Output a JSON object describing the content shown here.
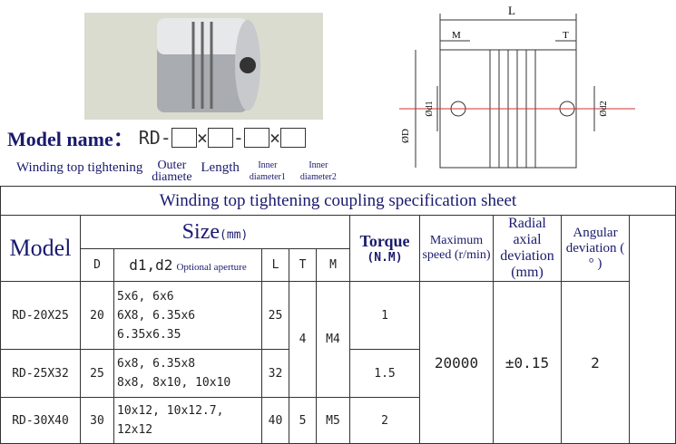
{
  "model_name": {
    "label": "Model name：",
    "prefix": "RD-",
    "sep1": "×",
    "sep2": "-",
    "sep3": "×",
    "parts": [
      "Winding top tightening",
      "Outer diamete",
      "Length",
      "Inner diameter1",
      "Inner diameter2"
    ]
  },
  "diagram": {
    "L": "L",
    "M": "M",
    "T": "T",
    "D": "ØD",
    "d1": "Ød1",
    "d2": "Ød2"
  },
  "table": {
    "title": "Winding top tightening coupling specification sheet",
    "headers": {
      "model": "Model",
      "size": "Size",
      "size_unit": "(mm)",
      "torque": "Torque",
      "torque_unit": "(N.M)",
      "speed": "Maximum speed (r/min)",
      "radial": "Radial axial deviation (mm)",
      "angular": "Angular deviation ( ° )",
      "D": "D",
      "d": "d1,d2",
      "d_note": "Optional aperture",
      "L": "L",
      "T": "T",
      "M": "M"
    },
    "rows": [
      {
        "model": "RD-20X25",
        "D": "20",
        "d": [
          "5x6, 6x6",
          "6X8, 6.35x6",
          "6.35x6.35"
        ],
        "L": "25",
        "T": "4",
        "M": "M4",
        "torque": "1"
      },
      {
        "model": "RD-25X32",
        "D": "25",
        "d": [
          "6x8, 6.35x8",
          "8x8, 8x10, 10x10"
        ],
        "L": "32",
        "torque": "1.5"
      },
      {
        "model": "RD-30X40",
        "D": "30",
        "d": [
          "10x12, 10x12.7,",
          "12x12"
        ],
        "L": "40",
        "T": "5",
        "M": "M5",
        "torque": "2"
      }
    ],
    "speed": "20000",
    "radial": "±0.15",
    "angular": "2"
  }
}
